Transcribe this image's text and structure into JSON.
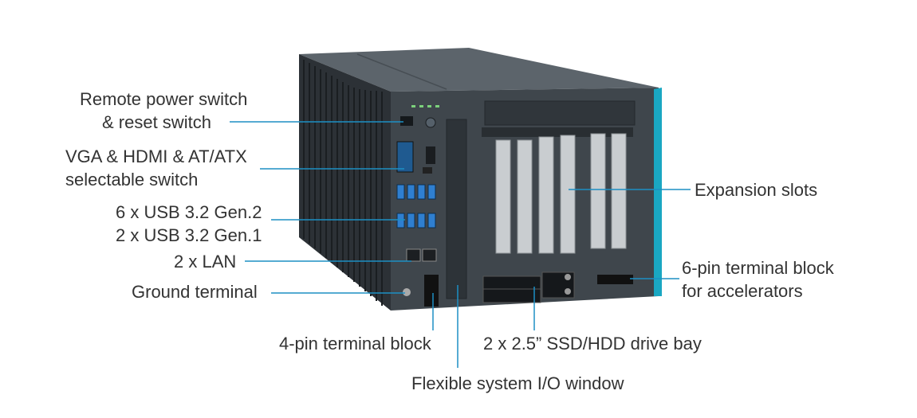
{
  "colors": {
    "leader_line": "#1d8fc4",
    "accent_strip": "#1aa7c2",
    "chassis_front": "#3f464c",
    "chassis_side": "#2c3136"
  },
  "labels": {
    "power_switch": {
      "line1": "Remote power switch",
      "line2": "& reset switch"
    },
    "vga_hdmi": {
      "line1": "VGA & HDMI & AT/ATX",
      "line2": "selectable switch"
    },
    "usb": {
      "line1": "6 x USB 3.2 Gen.2",
      "line2": "2 x USB 3.2 Gen.1"
    },
    "lan": "2 x LAN",
    "ground": "Ground terminal",
    "expansion": "Expansion slots",
    "six_pin": {
      "line1": "6-pin terminal block",
      "line2": "for accelerators"
    },
    "four_pin": "4-pin terminal block",
    "drive_bay": "2 x 2.5” SSD/HDD drive bay",
    "io_window": "Flexible system I/O window"
  }
}
